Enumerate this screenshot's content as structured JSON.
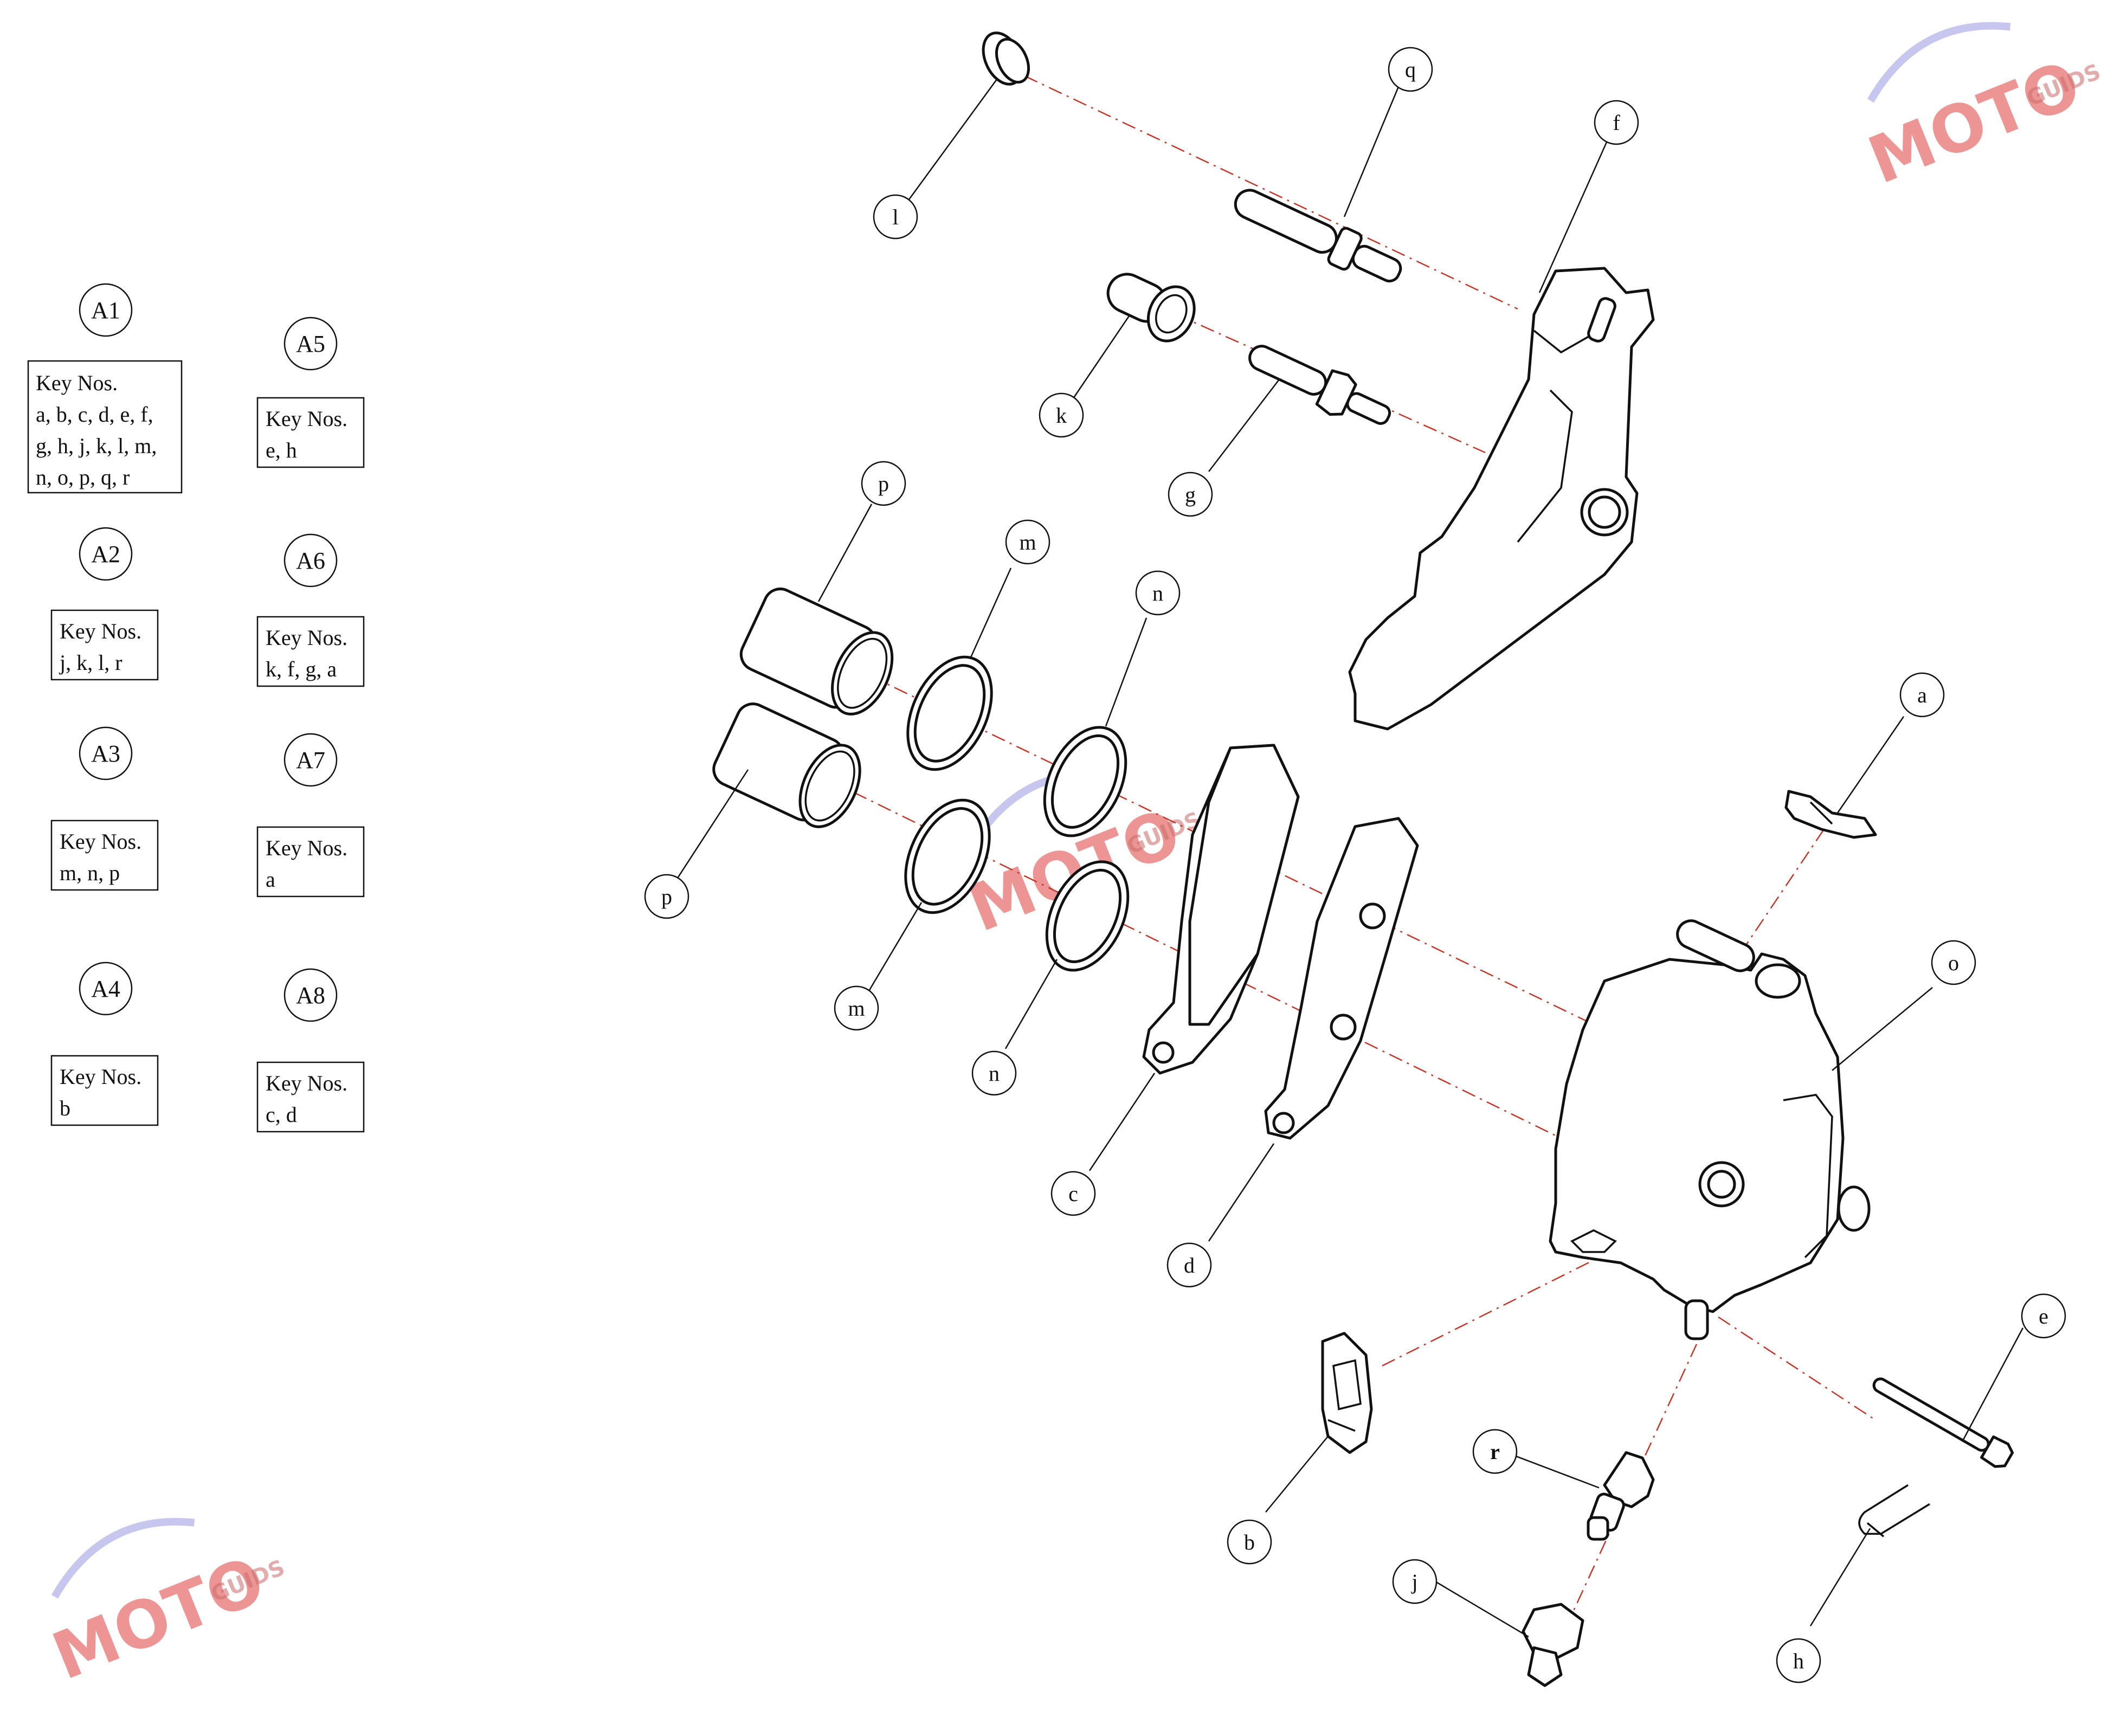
{
  "watermark": {
    "brand": "MOTO",
    "sub": "GUIDS"
  },
  "colors": {
    "axis": "#c0392b",
    "ink": "#111111",
    "watermark": "#e04040",
    "watermark_swoosh": "#8d8de0"
  },
  "kits": [
    {
      "id": "A1",
      "title": "Key Nos.",
      "lines": [
        "a, b, c, d, e, f,",
        "g, h, j, k, l, m,",
        "n, o, p, q, r"
      ]
    },
    {
      "id": "A2",
      "title": "Key Nos.",
      "lines": [
        "j, k, l, r"
      ]
    },
    {
      "id": "A3",
      "title": "Key Nos.",
      "lines": [
        "m, n, p"
      ]
    },
    {
      "id": "A4",
      "title": "Key Nos.",
      "lines": [
        "b"
      ]
    },
    {
      "id": "A5",
      "title": "Key Nos.",
      "lines": [
        "e, h"
      ]
    },
    {
      "id": "A6",
      "title": "Key Nos.",
      "lines": [
        "k, f, g, a"
      ]
    },
    {
      "id": "A7",
      "title": "Key Nos.",
      "lines": [
        "a"
      ]
    },
    {
      "id": "A8",
      "title": "Key Nos.",
      "lines": [
        "c, d"
      ]
    }
  ],
  "callouts": {
    "a": "a",
    "b": "b",
    "c": "c",
    "d": "d",
    "e": "e",
    "f": "f",
    "g": "g",
    "h": "h",
    "j": "j",
    "k": "k",
    "l": "l",
    "m1": "m",
    "m2": "m",
    "n1": "n",
    "n2": "n",
    "o": "o",
    "p1": "p",
    "p2": "p",
    "q": "q",
    "r": "r"
  },
  "parts": [
    {
      "key": "a",
      "icon": "pad-spring-icon"
    },
    {
      "key": "b",
      "icon": "anti-rattle-clip-icon"
    },
    {
      "key": "c",
      "icon": "brake-pad-inner-icon"
    },
    {
      "key": "d",
      "icon": "brake-pad-outer-icon"
    },
    {
      "key": "e",
      "icon": "pad-pin-icon"
    },
    {
      "key": "f",
      "icon": "caliper-bracket-icon"
    },
    {
      "key": "g",
      "icon": "guide-pin-lower-icon"
    },
    {
      "key": "h",
      "icon": "retaining-clip-icon"
    },
    {
      "key": "j",
      "icon": "bleed-cap-icon"
    },
    {
      "key": "k",
      "icon": "guide-boot-icon"
    },
    {
      "key": "l",
      "icon": "dust-cap-icon"
    },
    {
      "key": "m",
      "icon": "piston-seal-icon"
    },
    {
      "key": "n",
      "icon": "dust-seal-icon"
    },
    {
      "key": "o",
      "icon": "caliper-body-icon"
    },
    {
      "key": "p",
      "icon": "piston-icon"
    },
    {
      "key": "q",
      "icon": "guide-pin-upper-icon"
    },
    {
      "key": "r",
      "icon": "bleed-screw-icon"
    }
  ]
}
